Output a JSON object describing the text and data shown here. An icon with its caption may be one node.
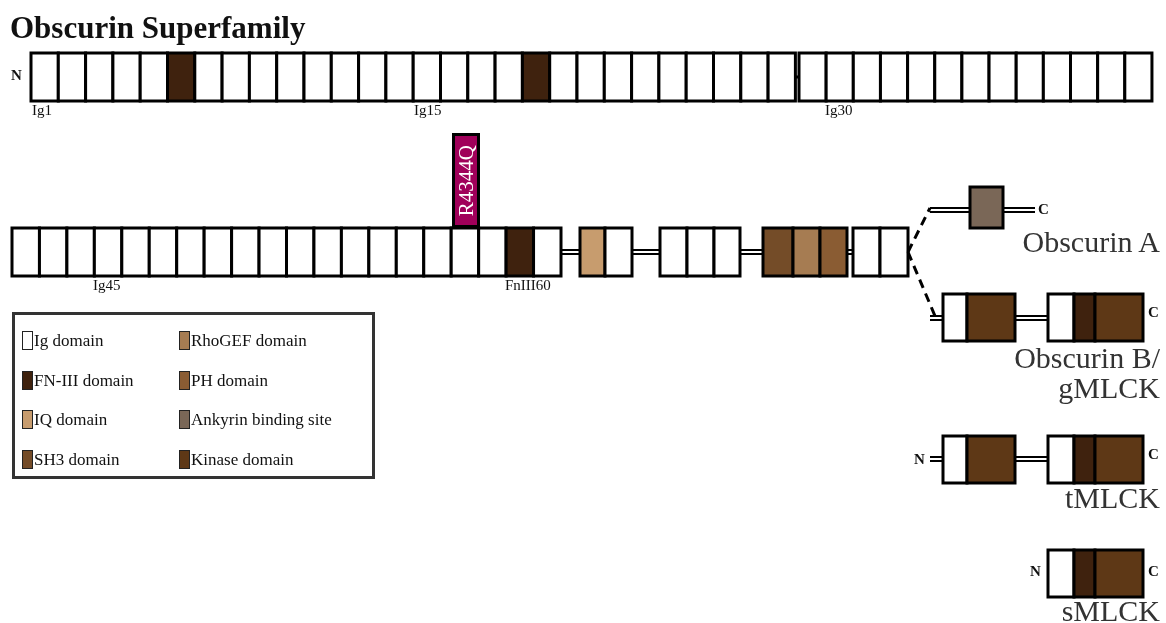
{
  "diagram": {
    "title": "Obscurin Superfamily",
    "nodes": [
      {
        "text": [
          "R4344Q"
        ]
      }
    ],
    "labels": [
      "N",
      "Ig1",
      "Ig15",
      "Ig30",
      "Ig45",
      "FnIII60",
      "C",
      "Obscurin A",
      "C",
      "Obscurin B/ gMLCK",
      "N",
      "C",
      "tMLCK",
      "N",
      "C",
      "sMLCK"
    ],
    "legend": [
      {
        "text": "Ig domain",
        "color": "#ffffff"
      },
      {
        "text": "FN-III domain",
        "color": "#3f220e"
      },
      {
        "text": "IQ domain",
        "color": "#c79c6e"
      },
      {
        "text": "SH3 domain",
        "color": "#744c28"
      },
      {
        "text": "RhoGEF domain",
        "color": "#a67c52"
      },
      {
        "text": "PH domain",
        "color": "#8a5c33"
      },
      {
        "text": "Ankyrin binding site",
        "color": "#7a6757"
      },
      {
        "text": "Kinase domain",
        "color": "#5e3816"
      }
    ]
  }
}
